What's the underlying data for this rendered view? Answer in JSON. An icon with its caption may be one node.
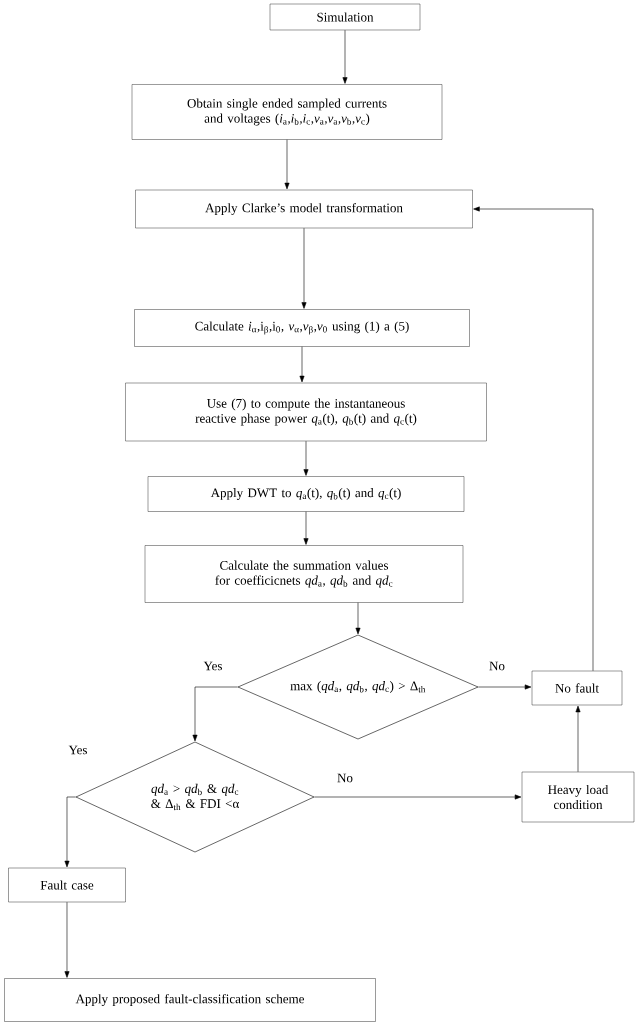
{
  "diagram": {
    "nodes": [
      {
        "text": [
          "Simulation"
        ]
      },
      {
        "text": [
          "Obtain single ended sampled currents and voltages (*i*$_{a}$,*i*$_{b}$,*i*$_{c}$,*v*$_{a}$,*v*$_{a}$,*v*$_{b}$,*v*$_{c}$)"
        ]
      },
      {
        "text": [
          "Apply Clarke’s model transformation"
        ]
      },
      {
        "text": [
          "Calculate *i*$_{α}$,i$_{β}$,i$_{0}$, *v*$_{α}$,*v*$_{β}$,*v*$_{0}$ using (1) a (5)"
        ]
      },
      {
        "text": [
          "Use (7) to compute the instantaneous reactive phase power *q*$_{a}$(t), *q*$_{b}$(t) and *q*$_{c}$(t)"
        ]
      },
      {
        "text": [
          "Apply DWT to *q*$_{a}$(t), *q*$_{b}$(t) and *q*$_{c}$(t)"
        ]
      },
      {
        "text": [
          "Calculate the summation values for coefficicnets *qd*$_{a}$, *qd*$_{b}$ and *qd*$_{c}$"
        ]
      },
      {
        "text": [
          "max (*qd*$_{a}$, *qd*$_{b}$, *qd*$_{c}$) > Δ$_{th}$"
        ]
      },
      {
        "text": [
          "No fault"
        ]
      },
      {
        "text": [
          "*qd*$_{a}$ > *qd*$_{b}$ & *qd*$_{c}$ & Δ$_{th}$ & FDI <α"
        ]
      },
      {
        "text": [
          "Heavy load condition"
        ]
      },
      {
        "text": [
          "Fault case"
        ]
      },
      {
        "text": [
          "Apply proposed fault-classification scheme"
        ]
      }
    ],
    "edges": [
      {
        "from": 0,
        "to": 1,
        "arrow": "to"
      },
      {
        "from": 1,
        "to": 2,
        "arrow": "to"
      },
      {
        "from": 2,
        "to": 3,
        "arrow": "to"
      },
      {
        "from": 3,
        "to": 4,
        "arrow": "to"
      },
      {
        "from": 4,
        "to": 5,
        "arrow": "to"
      },
      {
        "from": 5,
        "to": 6,
        "arrow": "to"
      },
      {
        "from": 6,
        "to": 7,
        "arrow": "to"
      },
      {
        "from": 7,
        "to": 9,
        "arrow": "to",
        "label": "Yes"
      },
      {
        "from": 7,
        "to": 8,
        "arrow": "to",
        "label": "No"
      },
      {
        "from": 9,
        "to": 11,
        "arrow": "to",
        "label": "Yes"
      },
      {
        "from": 9,
        "to": 10,
        "arrow": "to",
        "label": "No"
      },
      {
        "from": 10,
        "to": 8,
        "arrow": "to"
      },
      {
        "from": 8,
        "to": 2,
        "arrow": "to"
      },
      {
        "from": 11,
        "to": 12,
        "arrow": "to"
      }
    ]
  }
}
